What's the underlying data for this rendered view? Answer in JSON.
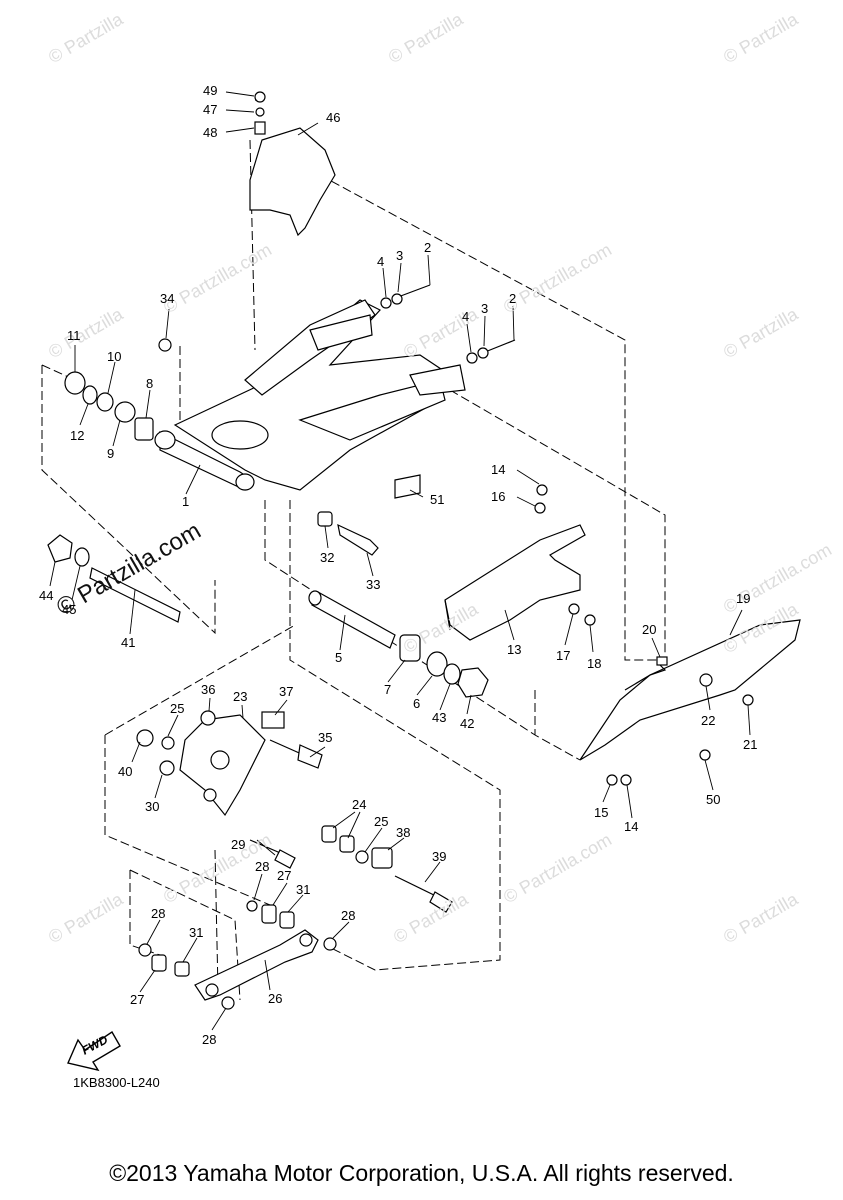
{
  "watermark_text": "© Partzilla",
  "watermark_text_large": "© Partzilla.com",
  "watermark_small": "© Partzilla.com",
  "fwd_label": "FWD",
  "diagram_code": "1KB8300-L240",
  "copyright": "©2013 Yamaha Motor Corporation, U.S.A. All rights reserved.",
  "callouts": [
    "49",
    "47",
    "48",
    "46",
    "2",
    "3",
    "4",
    "2",
    "3",
    "4",
    "34",
    "11",
    "10",
    "8",
    "12",
    "9",
    "1",
    "14",
    "16",
    "51",
    "32",
    "33",
    "44",
    "45",
    "41",
    "5",
    "7",
    "6",
    "43",
    "42",
    "13",
    "17",
    "18",
    "19",
    "20",
    "22",
    "21",
    "50",
    "15",
    "14",
    "36",
    "23",
    "37",
    "25",
    "40",
    "30",
    "35",
    "29",
    "24",
    "25",
    "38",
    "39",
    "28",
    "27",
    "31",
    "28",
    "31",
    "28",
    "27",
    "26",
    "28"
  ]
}
